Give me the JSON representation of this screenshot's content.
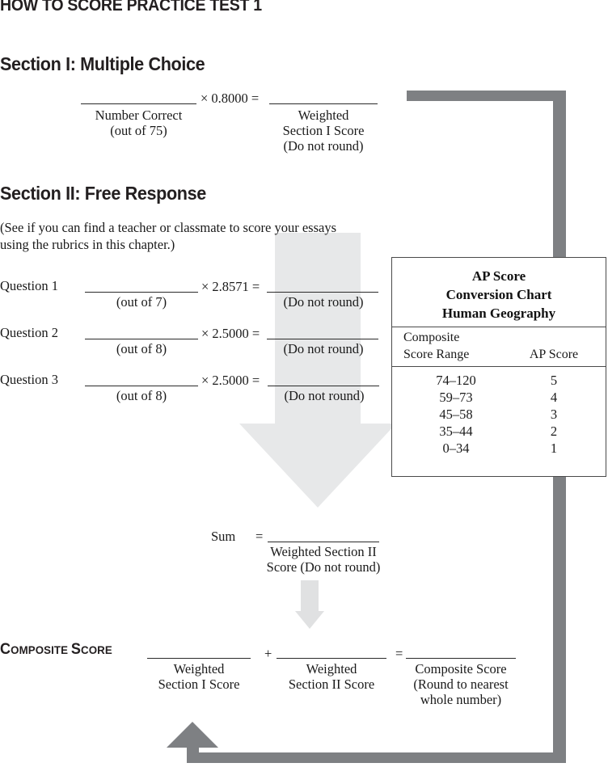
{
  "page": {
    "title": "HOW TO SCORE PRACTICE TEST 1"
  },
  "section1": {
    "heading": "Section I: Multiple Choice",
    "blank1_caption": "Number Correct\n(out of 75)",
    "operator": "×  0.8000  =",
    "blank2_caption": "Weighted\nSection I Score\n(Do not round)"
  },
  "section2": {
    "heading": "Section II: Free Response",
    "note": "(See if you can find a teacher or classmate to score your essays using the rubrics in this chapter.)",
    "rows": [
      {
        "label": "Question 1",
        "left_caption": "(out of 7)",
        "operator": "×  2.8571  =",
        "right_caption": "(Do not round)"
      },
      {
        "label": "Question 2",
        "left_caption": "(out of 8)",
        "operator": "×  2.5000  =",
        "right_caption": "(Do not round)"
      },
      {
        "label": "Question 3",
        "left_caption": "(out of 8)",
        "operator": "×  2.5000  =",
        "right_caption": "(Do not round)"
      }
    ]
  },
  "sum": {
    "label": "Sum",
    "equals": "=",
    "caption": "Weighted Section II\nScore (Do not round)"
  },
  "composite": {
    "heading_c": "C",
    "heading_omposite": "OMPOSITE",
    "heading_space": " ",
    "heading_s": "S",
    "heading_core": "CORE",
    "plus": "+",
    "equals": "=",
    "caption1": "Weighted\nSection I Score",
    "caption2": "Weighted\nSection II Score",
    "caption3": "Composite Score\n(Round to nearest\nwhole number)"
  },
  "ap_chart": {
    "title_line1": "AP Score",
    "title_line2": "Conversion Chart",
    "title_line3": "Human Geography",
    "col_header_left": "Composite\nScore Range",
    "col_header_right": "AP Score",
    "rows": [
      {
        "range": "74–120",
        "score": "5"
      },
      {
        "range": "59–73",
        "score": "4"
      },
      {
        "range": "45–58",
        "score": "3"
      },
      {
        "range": "35–44",
        "score": "2"
      },
      {
        "range": "0–34",
        "score": "1"
      }
    ]
  },
  "colors": {
    "flow_arrow_dark": "#7e8083",
    "flow_arrow_light": "#e7e8e9",
    "ink": "#1a1a1a",
    "rule": "#4a4a4a"
  }
}
